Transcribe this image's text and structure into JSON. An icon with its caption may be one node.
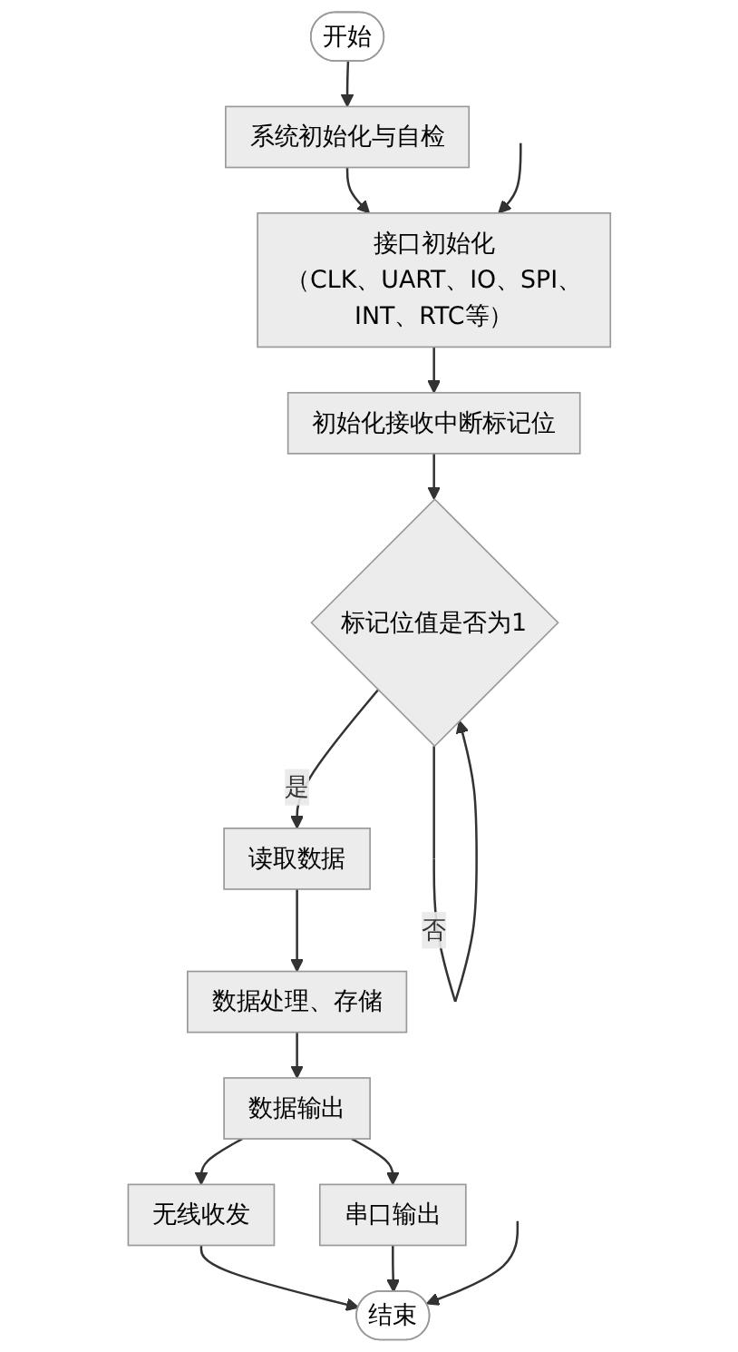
{
  "diagram": {
    "nodes": [
      {
        "text": [
          "开始"
        ]
      },
      {
        "text": [
          "系统初始化与自检"
        ]
      },
      {
        "text": [
          "接口初始化",
          "（CLK、UART、IO、SPI、INT、RTC等）"
        ]
      },
      {
        "text": [
          "初始化接收中断标记位"
        ]
      },
      {
        "text": [
          "标记位值是否为1"
        ]
      },
      {
        "text": [
          "读取数据"
        ]
      },
      {
        "text": [
          "数据处理、存储"
        ]
      },
      {
        "text": [
          "数据输出"
        ]
      },
      {
        "text": [
          "无线收发"
        ]
      },
      {
        "text": [
          "串口输出"
        ]
      },
      {
        "text": [
          "结束"
        ]
      }
    ],
    "edges": [
      {
        "from": 0,
        "to": 1,
        "arrow": "to"
      },
      {
        "from": 1,
        "to": 2,
        "arrow": "to"
      },
      {
        "from": null,
        "to": 2,
        "arrow": "to"
      },
      {
        "from": 2,
        "to": 3,
        "arrow": "to"
      },
      {
        "from": 3,
        "to": 4,
        "arrow": "to"
      },
      {
        "from": 4,
        "to": 4,
        "label": "否",
        "arrow": "to"
      },
      {
        "from": 4,
        "to": 5,
        "label": "是",
        "arrow": "to"
      },
      {
        "from": 5,
        "to": 6,
        "arrow": "to"
      },
      {
        "from": 6,
        "to": 7,
        "arrow": "to"
      },
      {
        "from": 7,
        "to": 8,
        "arrow": "to"
      },
      {
        "from": 7,
        "to": 9,
        "arrow": "to"
      },
      {
        "from": 8,
        "to": 10,
        "arrow": "to"
      },
      {
        "from": 9,
        "to": 10,
        "arrow": "to"
      },
      {
        "from": null,
        "to": 10,
        "arrow": "to"
      }
    ]
  }
}
